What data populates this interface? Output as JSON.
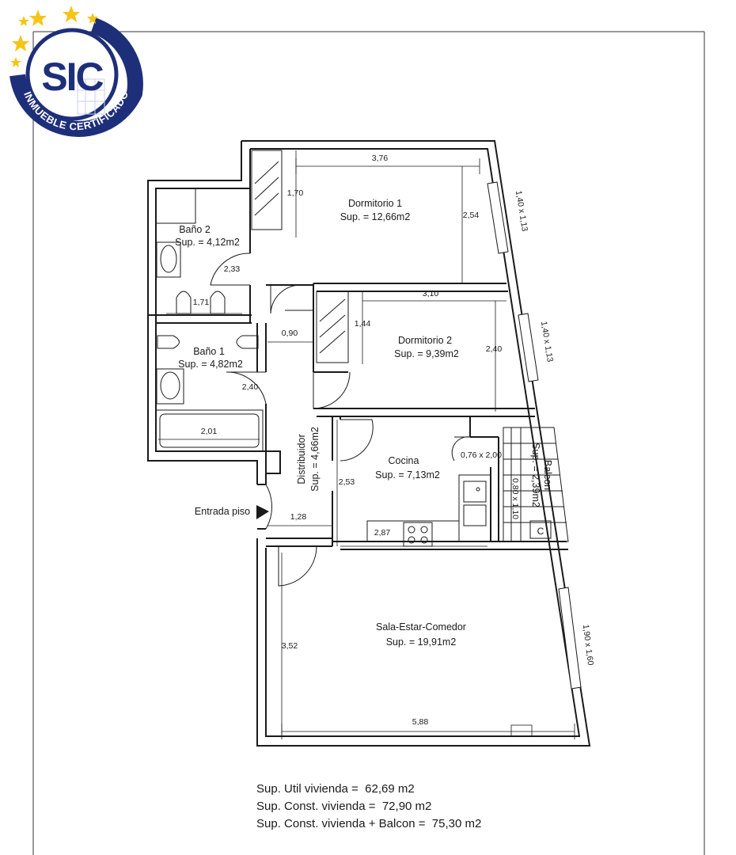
{
  "logo": {
    "acronym": "SIC",
    "ring_text": "INMUEBLE CERTIFICADO",
    "colors": {
      "navy": "#1e2f7a",
      "star": "#f5c518"
    }
  },
  "rooms": {
    "dormitorio1": {
      "name": "Dormitorio 1",
      "area": "Sup. = 12,66m2"
    },
    "dormitorio2": {
      "name": "Dormitorio 2",
      "area": "Sup. = 9,39m2"
    },
    "bano2": {
      "name": "Baño 2",
      "area": "Sup. = 4,12m2"
    },
    "bano1": {
      "name": "Baño 1",
      "area": "Sup. = 4,82m2"
    },
    "distribuidor": {
      "name": "Distribuidor",
      "area": "Sup. = 4,66m2"
    },
    "cocina": {
      "name": "Cocina",
      "area": "Sup. = 7,13m2"
    },
    "balcon": {
      "name": "Balcon",
      "area": "Sup. = 2,39m2"
    },
    "sala": {
      "name": "Sala-Estar-Comedor",
      "area": "Sup. = 19,91m2"
    }
  },
  "entrance": "Entrada piso",
  "dimensions": {
    "d1_width": "3,76",
    "d1_closet": "1,70",
    "d1_depth": "2,54",
    "d2_width": "3,10",
    "d2_closet": "1,44",
    "d2_depth": "2,40",
    "bano2_door": "2,33",
    "bano2_width": "1,71",
    "hall_door": "0,90",
    "bano1_door": "2,40",
    "bano1_width": "2,01",
    "entrance_width": "1,28",
    "cocina_depth": "2,53",
    "cocina_width": "2,87",
    "balcon_door": "0,76 x 2,00",
    "kitchen_window": "0,80 x 1,10",
    "sala_depth": "3,52",
    "sala_width": "5,88"
  },
  "windows": {
    "w1": "1,40 x 1,13",
    "w2": "1,40 x 1,13",
    "w3": "1,90 x 1,60"
  },
  "summary": {
    "util": "Sup. Util vivienda =  62,69 m2",
    "const": "Sup. Const. vivienda =  72,90 m2",
    "const_balcon": "Sup. Const. vivienda + Balcon =  75,30 m2"
  }
}
